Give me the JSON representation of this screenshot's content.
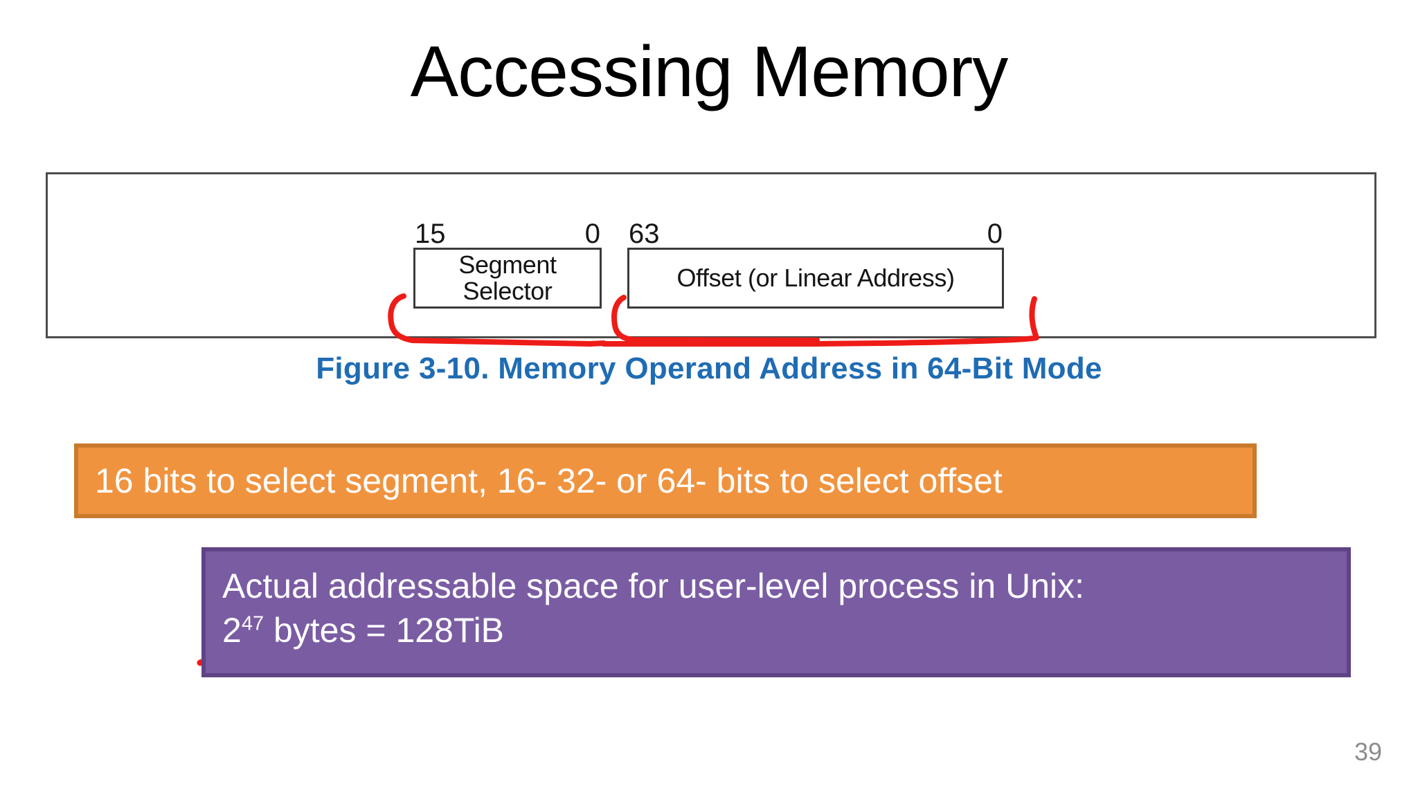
{
  "slide": {
    "title": "Accessing Memory",
    "page_number": "39",
    "background_color": "#ffffff"
  },
  "figure": {
    "caption": "Figure 3-10.  Memory Operand Address in 64-Bit Mode",
    "caption_color": "#1f6cb4",
    "fields": [
      {
        "name": "segment-selector",
        "msb_label": "15",
        "lsb_label": "0",
        "text_line1": "Segment",
        "text_line2": "Selector"
      },
      {
        "name": "offset",
        "msb_label": "63",
        "lsb_label": "0",
        "text_line1": "Offset (or Linear Address)",
        "text_line2": ""
      }
    ]
  },
  "annotations": {
    "ink_color": "#ee1c18",
    "marks": [
      {
        "name": "bracket-under-segment-selector",
        "type": "underbrace"
      },
      {
        "name": "bracket-under-offset",
        "type": "underbrace"
      },
      {
        "name": "squiggle-under-exponent",
        "type": "squiggle"
      }
    ]
  },
  "callouts": {
    "orange": {
      "text": "16 bits to select segment, 16- 32- or 64- bits to select offset",
      "fill_color": "#f0933f",
      "border_color": "#c97a2c",
      "text_color": "#ffffff"
    },
    "purple": {
      "line1": "Actual addressable space for user-level process in Unix:",
      "line2_base": "2",
      "line2_exponent": "47",
      "line2_rest": " bytes = 128TiB",
      "fill_color": "#7a5ca3",
      "border_color": "#5f4385",
      "text_color": "#ffffff"
    }
  }
}
